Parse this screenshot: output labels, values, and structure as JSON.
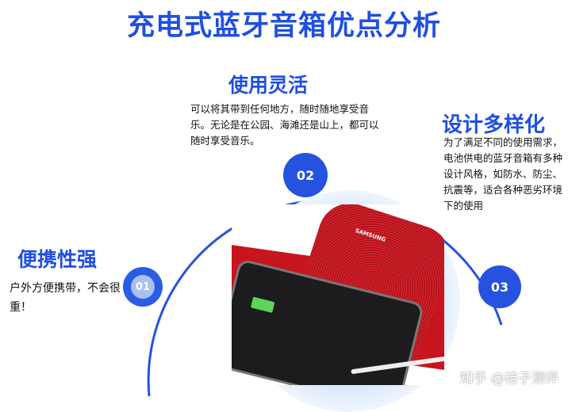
{
  "title": "充电式蓝牙音箱优点分析",
  "points": [
    {
      "num": "01",
      "heading": "便携性强",
      "body": "户外方便携带，不会很重！"
    },
    {
      "num": "02",
      "heading": "使用灵活",
      "body": "可以将其带到任何地方，随时随地享受音乐。无论是在公园、海滩还是山上，都可以随时享受音乐。"
    },
    {
      "num": "03",
      "heading": "设计多样化",
      "body": "为了满足不同的使用需求，电池供电的蓝牙音箱有多种设计风格，如防水、防尘、抗震等，适合各种恶劣环境下的使用"
    }
  ],
  "photo": {
    "brand": "SAMSUNG"
  },
  "watermark": "知乎 @桔子测评",
  "colors": {
    "accent": "#1f4fe0"
  }
}
